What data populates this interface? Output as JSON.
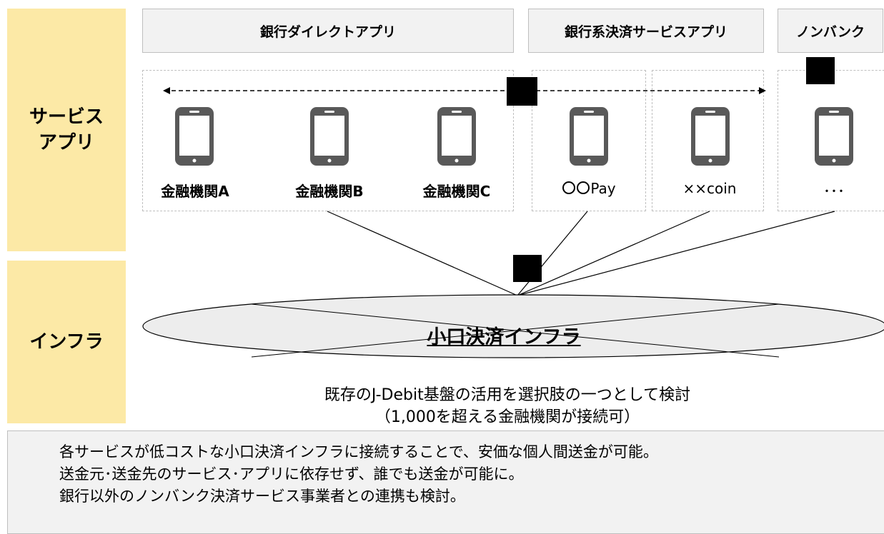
{
  "side": {
    "service": "サービス\nアプリ",
    "infra": "インフラ"
  },
  "categories": {
    "bank_direct": "銀行ダイレクトアプリ",
    "bank_payment": "銀行系決済サービスアプリ",
    "nonbank": "ノンバンク"
  },
  "apps": {
    "a": "金融機関A",
    "b": "金融機関B",
    "c": "金融機関C",
    "pay_suffix": "Pay",
    "coin": "××coin",
    "more": "･･･"
  },
  "infra": {
    "title": "小口決済インフラ",
    "desc_1": "既存のJ-Debit基盤の活用を選択肢の一つとして検討",
    "desc_2": "（1,000を超える金融機関が接続可）"
  },
  "summary": {
    "line_1": "各サービスが低コストな小口決済インフラに接続することで、安価な個人間送金が可能。",
    "line_2": "送金元･送金先のサービス･アプリに依存せず、誰でも送金が可能に。",
    "line_3": "銀行以外のノンバンク決済サービス事業者との連携も検討。"
  }
}
